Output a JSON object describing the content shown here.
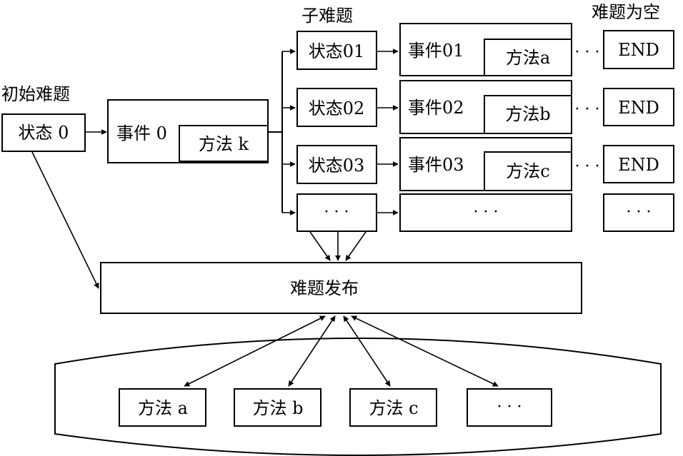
{
  "labels": {
    "initial_problem": "初始难题",
    "subproblem": "子难题",
    "problem_empty": "难题为空"
  },
  "state0": "状态 0",
  "event0": "事件 0",
  "method_k": "方法 k",
  "rows": [
    {
      "state": "状态01",
      "event": "事件01",
      "method": "方法a",
      "ellipsis": "· · ·",
      "end": "END"
    },
    {
      "state": "状态02",
      "event": "事件02",
      "method": "方法b",
      "ellipsis": "· · ·",
      "end": "END"
    },
    {
      "state": "状态03",
      "event": "事件03",
      "method": "方法c",
      "ellipsis": "· · ·",
      "end": "END"
    }
  ],
  "more_row": {
    "state": "· · ·",
    "event": "· · ·",
    "end": "· · ·"
  },
  "publish": "难题发布",
  "pool_methods": [
    "方法 a",
    "方法 b",
    "方法 c",
    "· · ·"
  ]
}
